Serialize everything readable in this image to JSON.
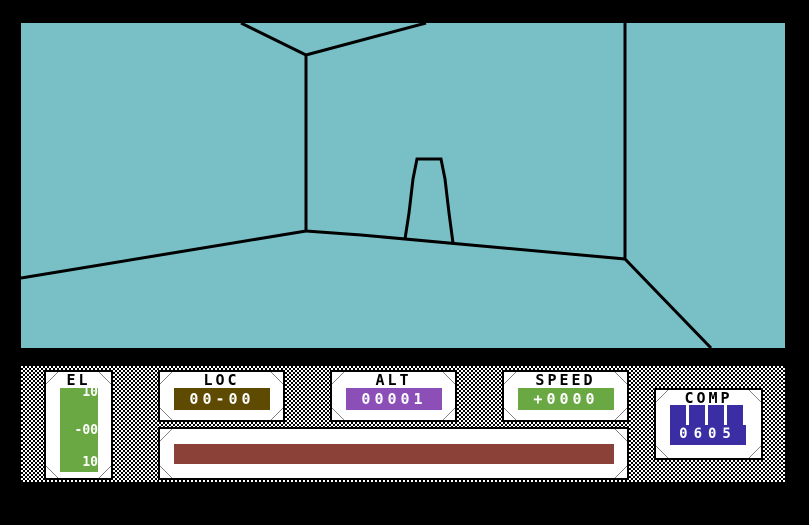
{
  "hud": {
    "el": {
      "label": "EL",
      "top": "10",
      "value": "-00",
      "bottom": "10",
      "color": "#6aa844"
    },
    "loc": {
      "label": "LOC",
      "value": "00-00",
      "color": "#5e4a00"
    },
    "alt": {
      "label": "ALT",
      "value": "00001",
      "color": "#8b4fb7"
    },
    "speed": {
      "label": "SPEED",
      "value": "+0000",
      "color": "#6aa844"
    },
    "comp": {
      "label": "COMP",
      "value": "0605",
      "color": "#3b2ea4"
    },
    "energy_bar": {
      "fill_fraction": 1.0,
      "color": "#8b4138"
    }
  },
  "scene": {
    "background": "#78bfc6"
  }
}
